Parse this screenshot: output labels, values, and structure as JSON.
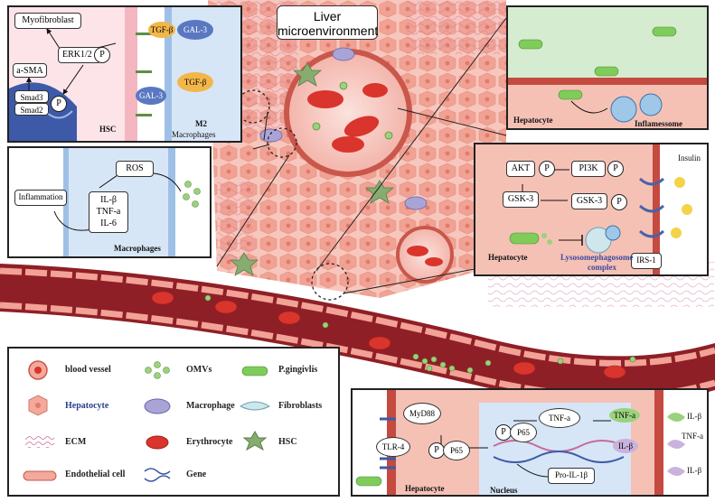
{
  "title": {
    "line1": "Liver",
    "line2": "microenvironment"
  },
  "hsc_panel": {
    "myofibroblast": "Myofibroblast",
    "tgfb": "TGF-β",
    "erk": "ERK1/2",
    "asma": "a-SMA",
    "smad3": "Smad3",
    "smad2": "Smad2",
    "gal3": "GAL-3",
    "hsc": "HSC",
    "m2_gal3": "GAL-3",
    "m2_tgfb": "TGF-β",
    "m2_label": "M2",
    "m2_sub": "Macrophages",
    "p": "P"
  },
  "inflammasome_panel": {
    "hepatocyte": "Hepatocyte",
    "inflammasome": "Inflamessome"
  },
  "macrophage_panel": {
    "ros": "ROS",
    "il1b": "IL-β",
    "tnfa": "TNF-a",
    "il6": "IL-6",
    "inflammation": "Inflammation",
    "macrophages": "Macrophages"
  },
  "insulin_panel": {
    "akt": "AKT",
    "pi3k": "PI3K",
    "gsk3a": "GSK-3",
    "gsk3b": "GSK-3",
    "insulin": "Insulin",
    "irs1": "IRS-1",
    "hepatocyte": "Hepatocyte",
    "lyso1": "Lysosomephagosome",
    "lyso2": "complex",
    "p": "P"
  },
  "legend": {
    "blood_vessel": "blood vessel",
    "omvs": "OMVs",
    "pgingivalis": "P.gingivlis",
    "hepatocyte": "Hepatocyte",
    "macrophage": "Macrophage",
    "fibroblasts": "Fibroblasts",
    "ecm": "ECM",
    "erythrocyte": "Erythrocyte",
    "hsc": "HSC",
    "endothelial": "Endothelial cell",
    "gene": "Gene"
  },
  "nfkb_panel": {
    "myd88": "MyD88",
    "tlr4": "TLR-4",
    "p65a": "P65",
    "p65b": "P65",
    "tnfa_box": "TNF-a",
    "tnfa_tag": "TNF-a",
    "il1b": "IL-β",
    "pro_il1b": "Pro-IL-1β",
    "hepatocyte": "Hepatocyte",
    "nucleus": "Nucleus",
    "out_il1b": "IL-β",
    "out_tnfa": "TNF-a",
    "out_il1b2": "IL-β",
    "p": "P"
  },
  "colors": {
    "hepatocyte": "#f3a99c",
    "vessel": "#b33a3a",
    "rbc": "#d9352d",
    "omv": "#9bd27c",
    "bacteria": "#7fcc5b",
    "ecm": "#c86a9c",
    "macrophage": "#a9a4d6",
    "hsc": "#86ad6f"
  }
}
